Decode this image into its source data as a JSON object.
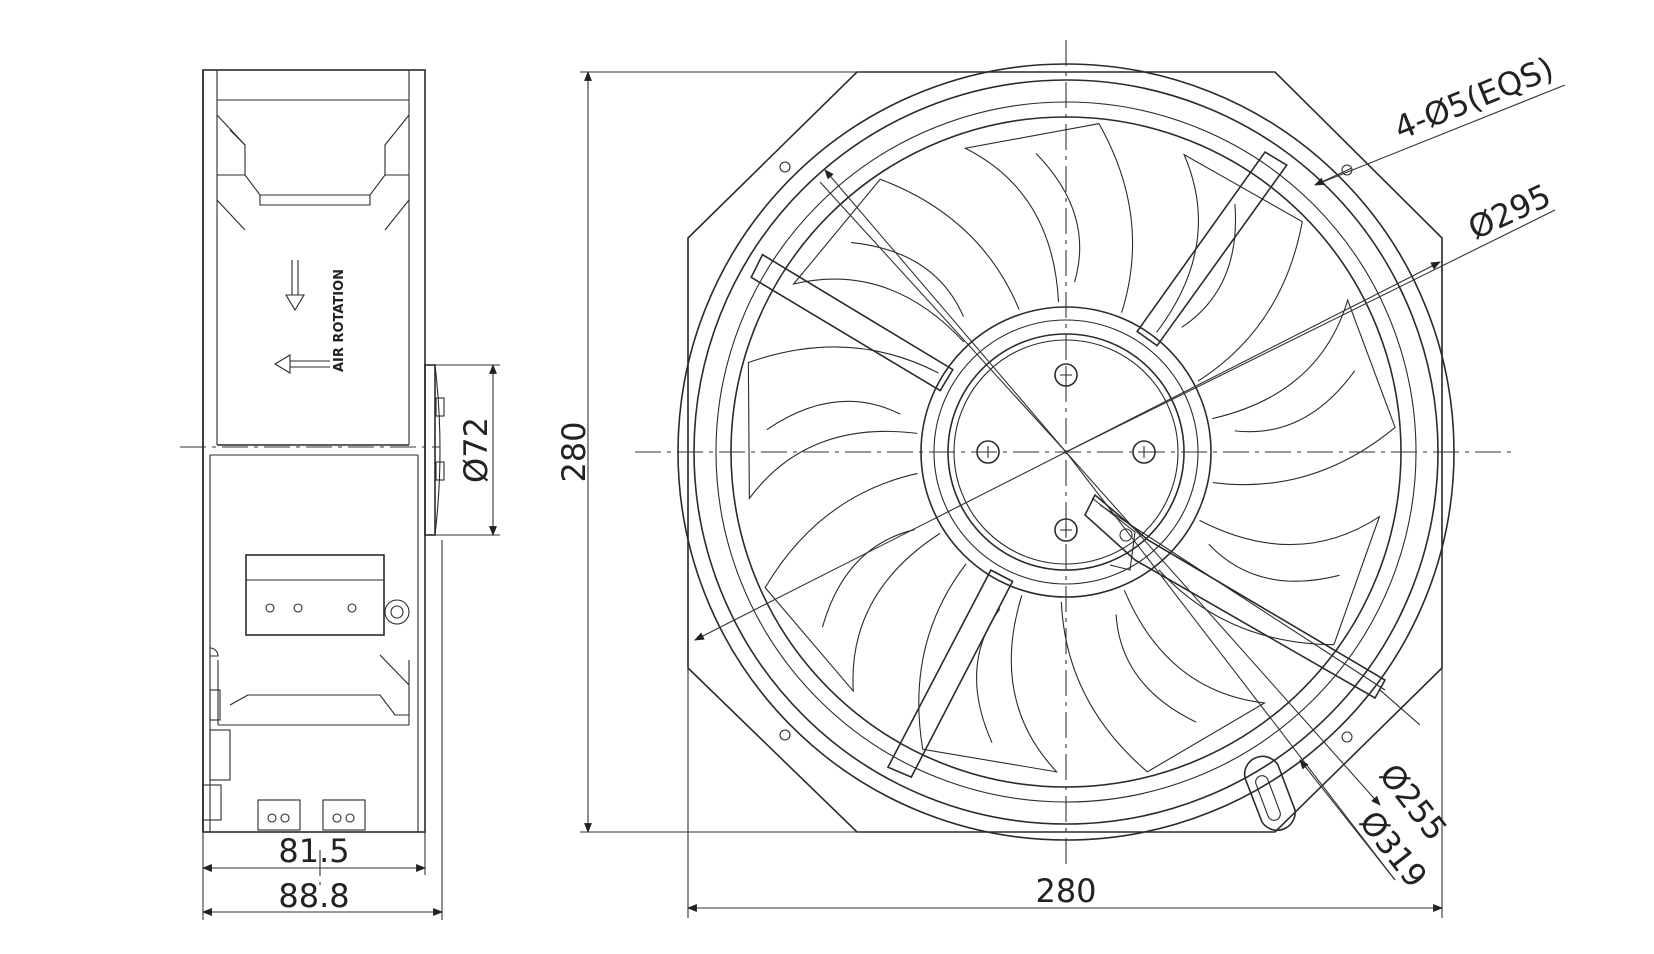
{
  "dimensions": {
    "side_depth_inner": "81.5",
    "side_depth_total": "88.8",
    "hub_diameter": "Ø72",
    "frame_height": "280",
    "frame_width": "280",
    "mounting_holes": "4-Ø5(EQS)",
    "hole_circle": "Ø295",
    "venturi_inner": "Ø255",
    "outer_diameter": "Ø319"
  },
  "side_label": "AIR ROTATION",
  "blade_count": 9,
  "strut_count": 4
}
